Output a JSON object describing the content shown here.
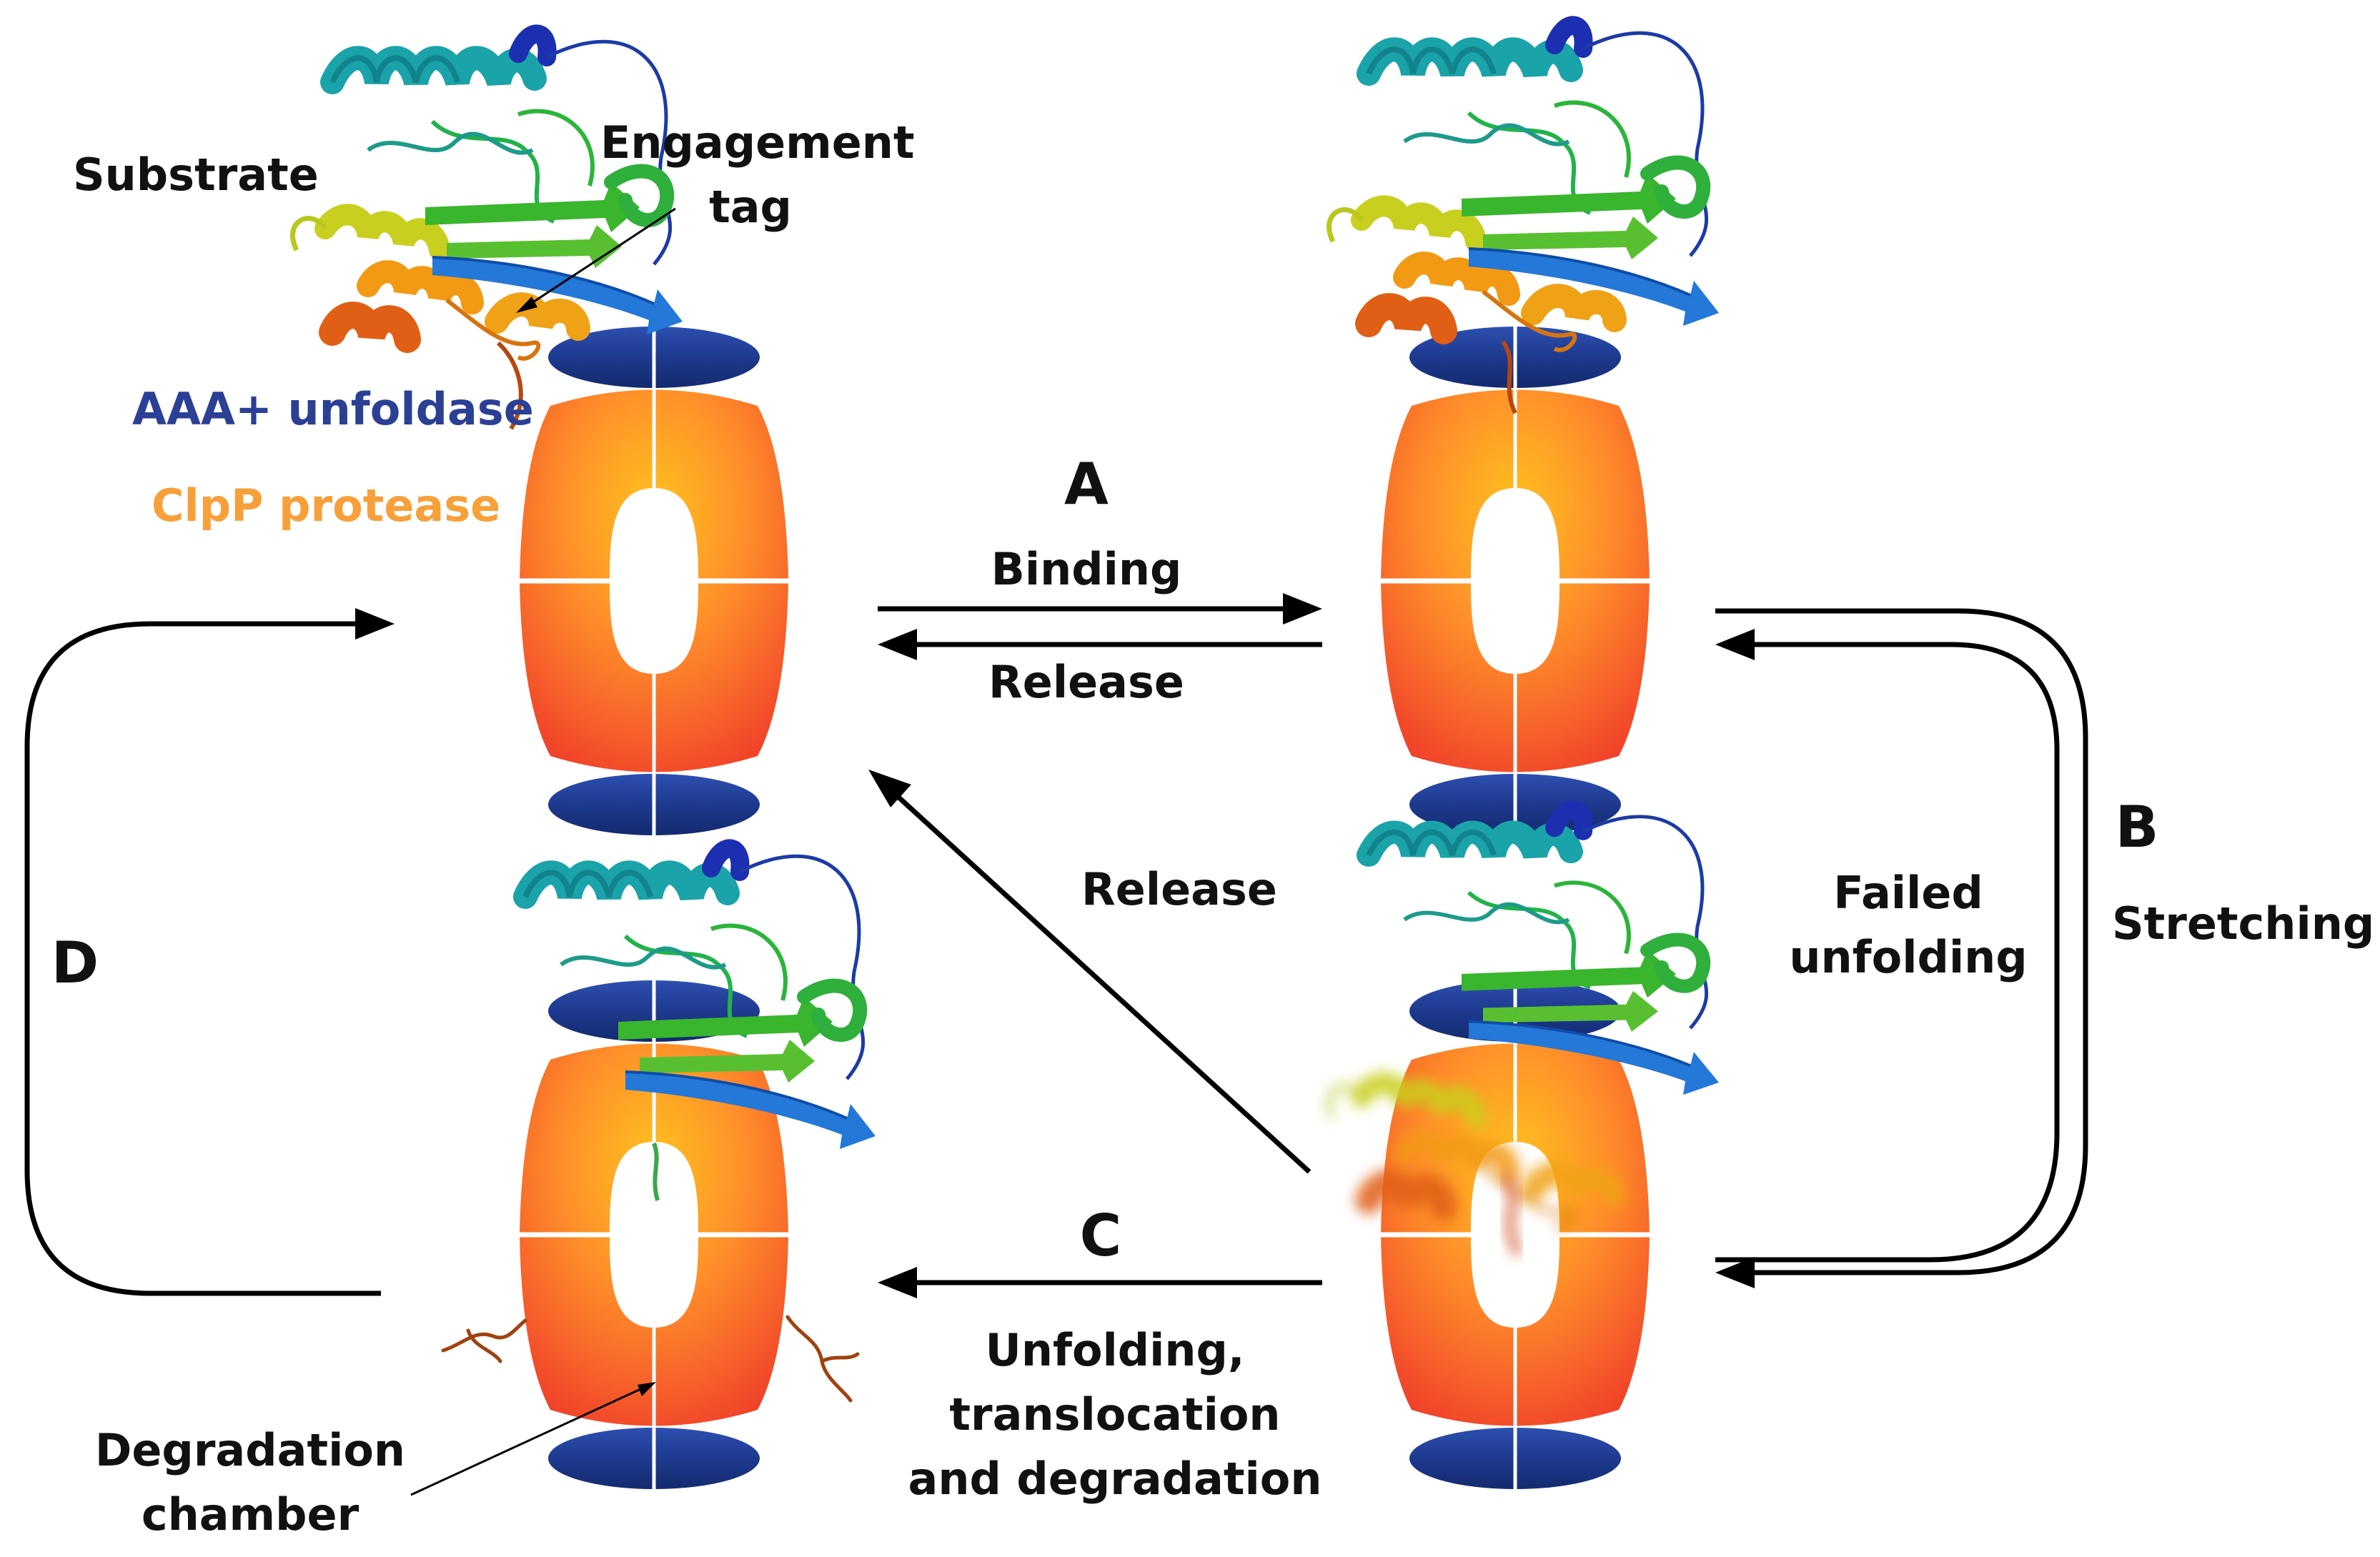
{
  "labels": {
    "substrate": "Substrate",
    "engagement_tag": [
      "Engagement",
      "tag"
    ],
    "unfoldase": "AAA+ unfoldase",
    "protease": "ClpP protease",
    "degradation_chamber": [
      "Degradation",
      "chamber"
    ]
  },
  "steps": {
    "A": {
      "letter": "A",
      "forward": "Binding",
      "reverse": "Release"
    },
    "B": {
      "letter": "B",
      "name": "Stretching",
      "failure": [
        "Failed",
        "unfolding"
      ]
    },
    "C": {
      "letter": "C",
      "text": [
        "Unfolding,",
        "translocation",
        "and degradation"
      ]
    },
    "D": {
      "letter": "D"
    },
    "release_diagonal": "Release"
  },
  "colors": {
    "unfoldase": "#1e3a8f",
    "protease_outer": "#f0482a",
    "protease_inner": "#ffb11e",
    "arrow": "#000000",
    "unfoldase_label": "#2b3f95",
    "protease_label": "#f7a03a"
  },
  "icons": {
    "substrate": "protein-ribbon-icon",
    "complex": "clpxp-complex-icon",
    "fragments": "peptide-fragment-icon"
  }
}
